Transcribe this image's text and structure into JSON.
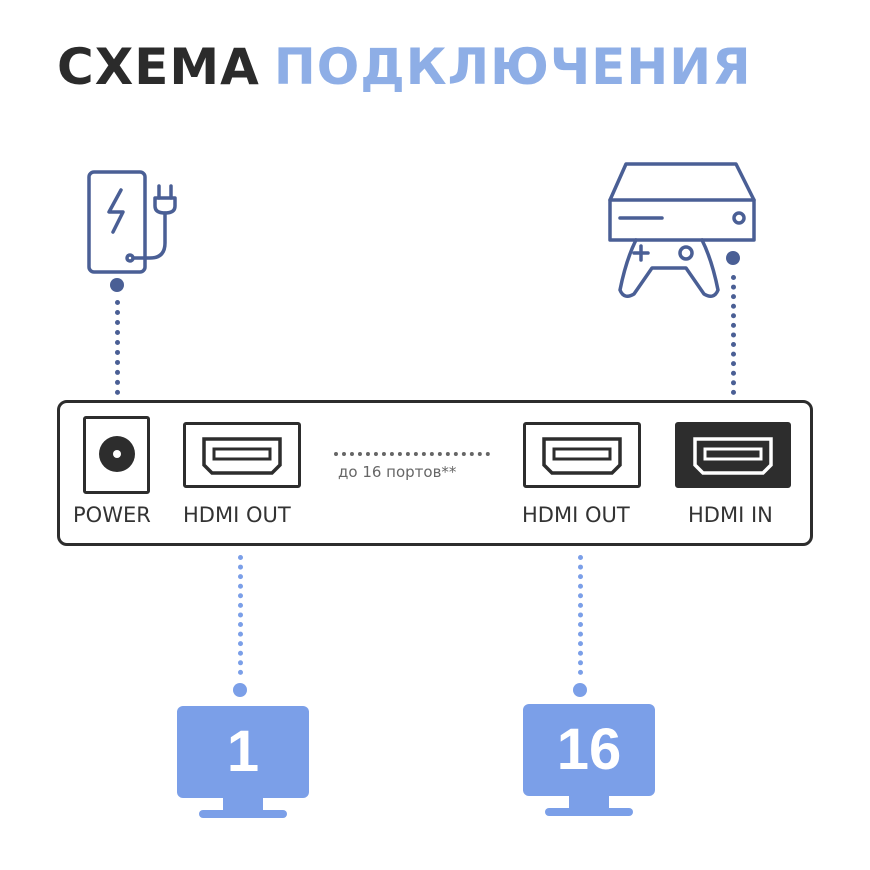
{
  "title": {
    "part1": "СХЕМА",
    "part2": "ПОДКЛЮЧЕНИЯ"
  },
  "device": {
    "ports": [
      {
        "label": "POWER"
      },
      {
        "label": "HDMI OUT"
      },
      {
        "label": "HDMI OUT"
      },
      {
        "label": "HDMI IN"
      }
    ],
    "ports_note": "до 16 портов**"
  },
  "displays": [
    {
      "number": "1"
    },
    {
      "number": "16"
    }
  ],
  "colors": {
    "dark": "#2d2d2d",
    "icon_blue": "#4a5f95",
    "light_blue": "#7b9fe8",
    "title_blue": "#8eaee6"
  }
}
